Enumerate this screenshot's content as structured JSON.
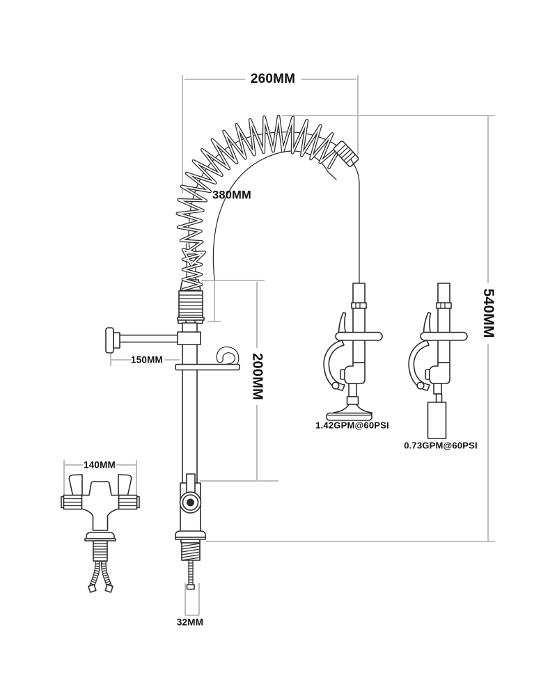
{
  "colors": {
    "outline": "#2b2b2b",
    "dimension_line": "#b5b5b5",
    "label_text": "#111111",
    "background": "#ffffff"
  },
  "labels": {
    "top_width": "260MM",
    "hose_length": "380MM",
    "overall_height": "540MM",
    "riser_height": "200MM",
    "bracket_reach": "150MM",
    "handle_hub_width": "140MM",
    "shank_size": "32MM",
    "spray_head_flow": "1.42GPM@60PSI",
    "nozzle_flow": "0.73GPM@60PSI"
  }
}
